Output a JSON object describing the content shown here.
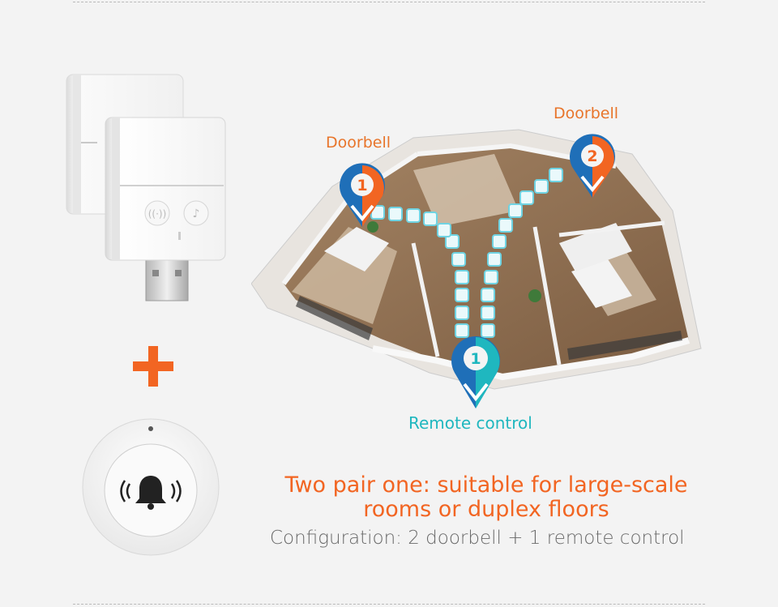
{
  "labels": {
    "doorbell_1": "Doorbell",
    "doorbell_2": "Doorbell",
    "remote": "Remote control"
  },
  "pins": {
    "doorbell_1_number": "1",
    "doorbell_2_number": "2",
    "remote_number": "1"
  },
  "headline": {
    "line1": "Two pair one:  suitable for large-scale",
    "line2": "rooms or duplex floors"
  },
  "configuration": "Configuration: 2 doorbell + 1 remote control",
  "colors": {
    "orange": "#f26522",
    "blue": "#1f6fb8",
    "teal": "#1fb7bf",
    "background": "#f3f3f3"
  },
  "icons": [
    "receiver-device",
    "usb-plug",
    "plus-icon",
    "remote-button",
    "bell-icon",
    "location-pin-icon",
    "arrow-icon",
    "floor-plan-illustration"
  ]
}
